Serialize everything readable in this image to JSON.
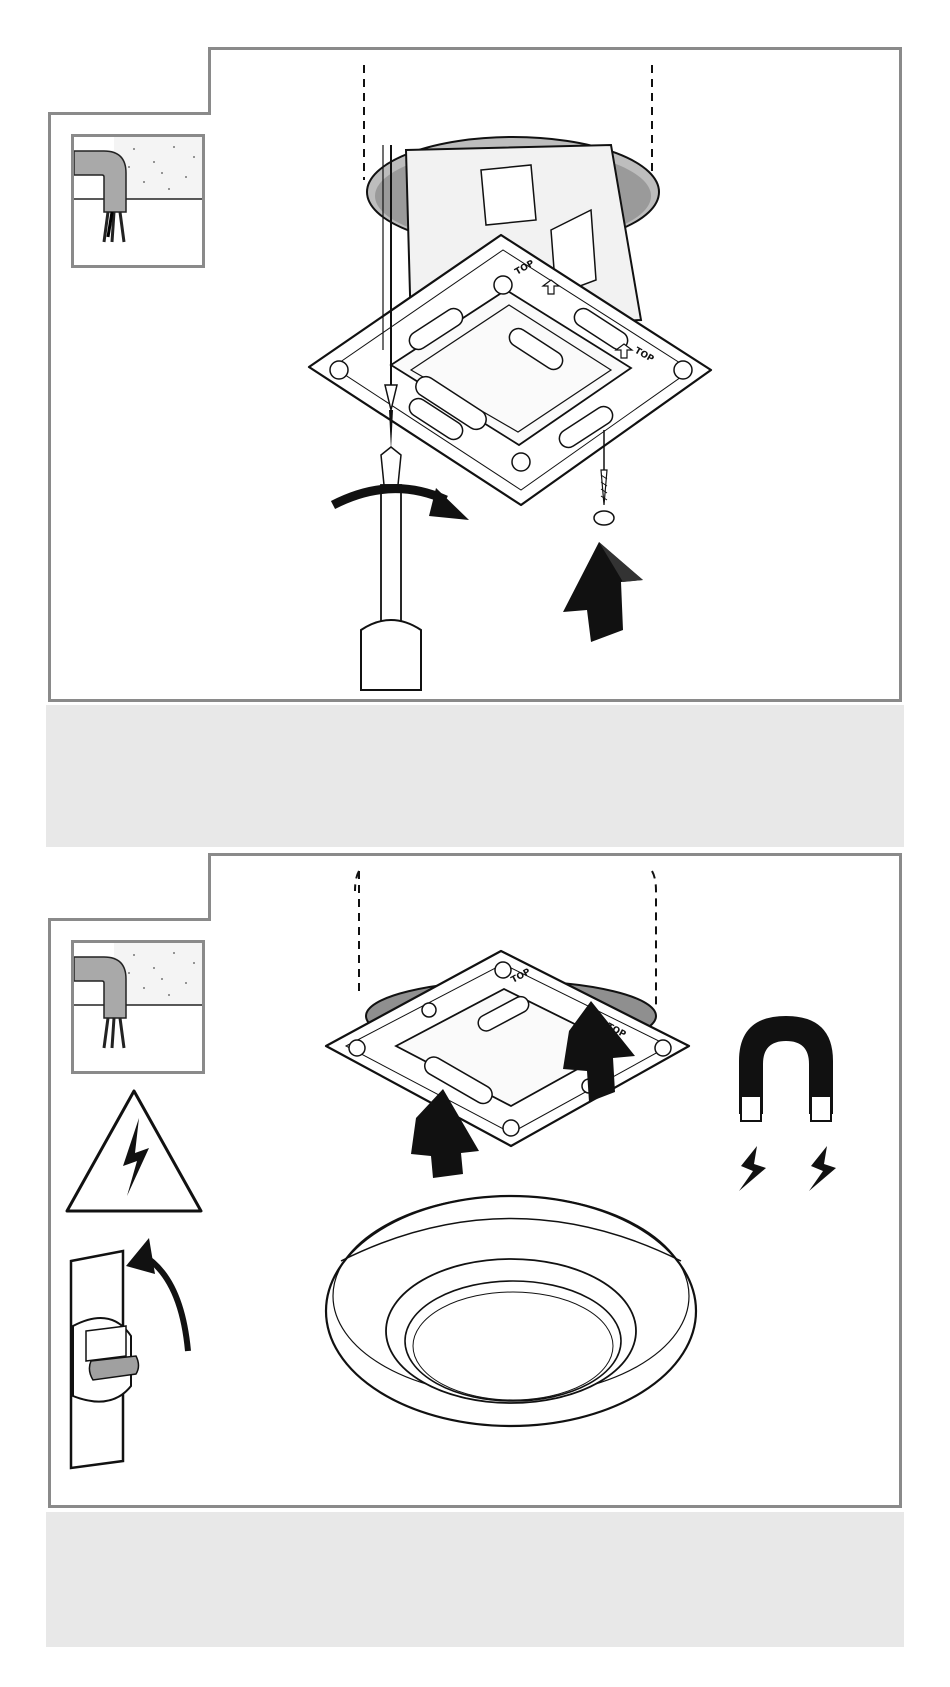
{
  "panels": [
    {
      "step_box": "",
      "plate_labels": [
        "TOP",
        "TOP"
      ],
      "caption": ""
    },
    {
      "step_box": "",
      "plate_labels": [
        "TOP",
        "TOP"
      ],
      "caption": ""
    }
  ],
  "icons": {
    "panel1": [
      "wall-cable-icon",
      "screwdriver-icon",
      "rotate-arrow-icon",
      "screw-icon",
      "up-arrow-icon"
    ],
    "panel2": [
      "wall-cable-icon",
      "high-voltage-warning-icon",
      "circuit-breaker-switch-icon",
      "magnet-icon",
      "up-arrow-icon"
    ]
  },
  "colors": {
    "frame": "#8a8a8a",
    "caption_bg": "#e8e8e8",
    "ink": "#111111"
  }
}
